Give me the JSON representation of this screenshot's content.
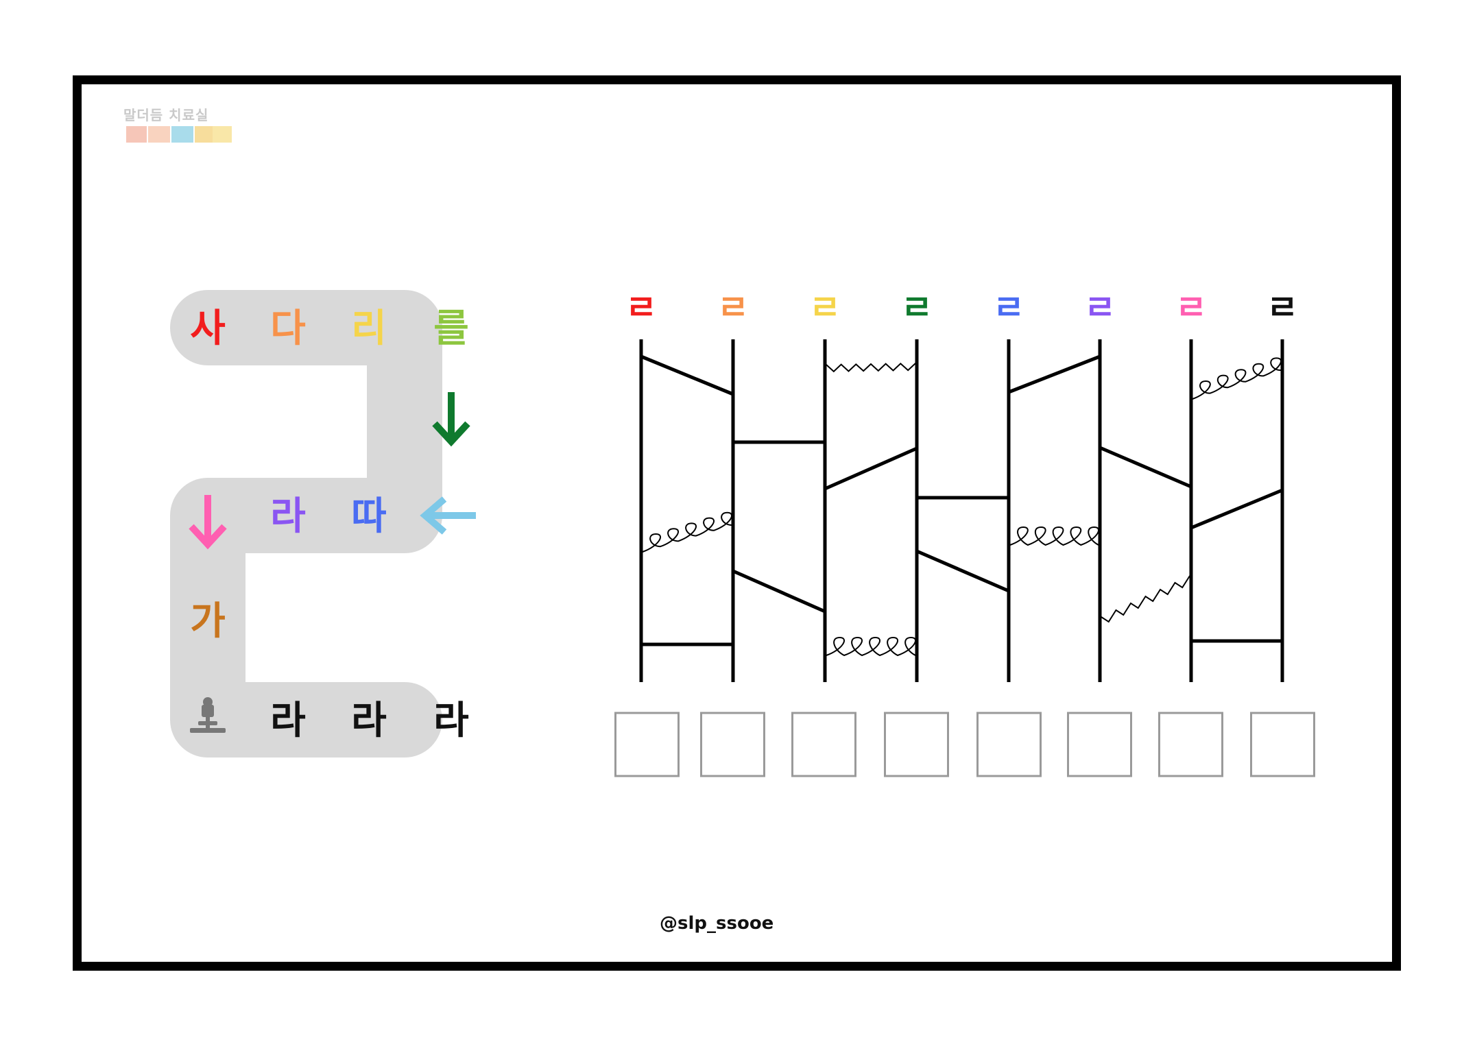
{
  "logo": {
    "text": "말더듬 치료실",
    "block_colors": [
      "#f6c6b8",
      "#f9d3bf",
      "#a9dceb",
      "#f7dd9c",
      "#f9e7a8"
    ]
  },
  "snake": {
    "background_color": "#d9d9d9",
    "cells": [
      {
        "text": "사",
        "color": "#f21d1d"
      },
      {
        "text": "다",
        "color": "#f7924a"
      },
      {
        "text": "리",
        "color": "#f5d44a"
      },
      {
        "text": "를",
        "color": "#8dc63f"
      },
      {
        "text": "↓",
        "color": "#0f7a2e",
        "icon": "arrow-down-icon"
      },
      {
        "text": "←",
        "color": "#7dc8e8",
        "icon": "arrow-left-icon"
      },
      {
        "text": "따",
        "color": "#4a6cf2"
      },
      {
        "text": "라",
        "color": "#8a55f2"
      },
      {
        "text": "↓",
        "color": "#ff5fb1",
        "icon": "arrow-down-icon"
      },
      {
        "text": "가",
        "color": "#c8751e"
      },
      {
        "text": "",
        "color": "#777777",
        "icon": "stand-lamp-icon"
      },
      {
        "text": "라",
        "color": "#111111"
      },
      {
        "text": "라",
        "color": "#111111"
      },
      {
        "text": "라",
        "color": "#111111"
      }
    ]
  },
  "ladder": {
    "top_labels": [
      {
        "text": "ㄹ",
        "color": "#f21d1d"
      },
      {
        "text": "ㄹ",
        "color": "#f7924a"
      },
      {
        "text": "ㄹ",
        "color": "#f5d44a"
      },
      {
        "text": "ㄹ",
        "color": "#0f7a2e"
      },
      {
        "text": "ㄹ",
        "color": "#4a6cf2"
      },
      {
        "text": "ㄹ",
        "color": "#8a55f2"
      },
      {
        "text": "ㄹ",
        "color": "#ff5fb1"
      },
      {
        "text": "ㄹ",
        "color": "#111111"
      }
    ],
    "answer_box_count": 8
  },
  "footer": {
    "handle": "@slp_ssooe"
  }
}
